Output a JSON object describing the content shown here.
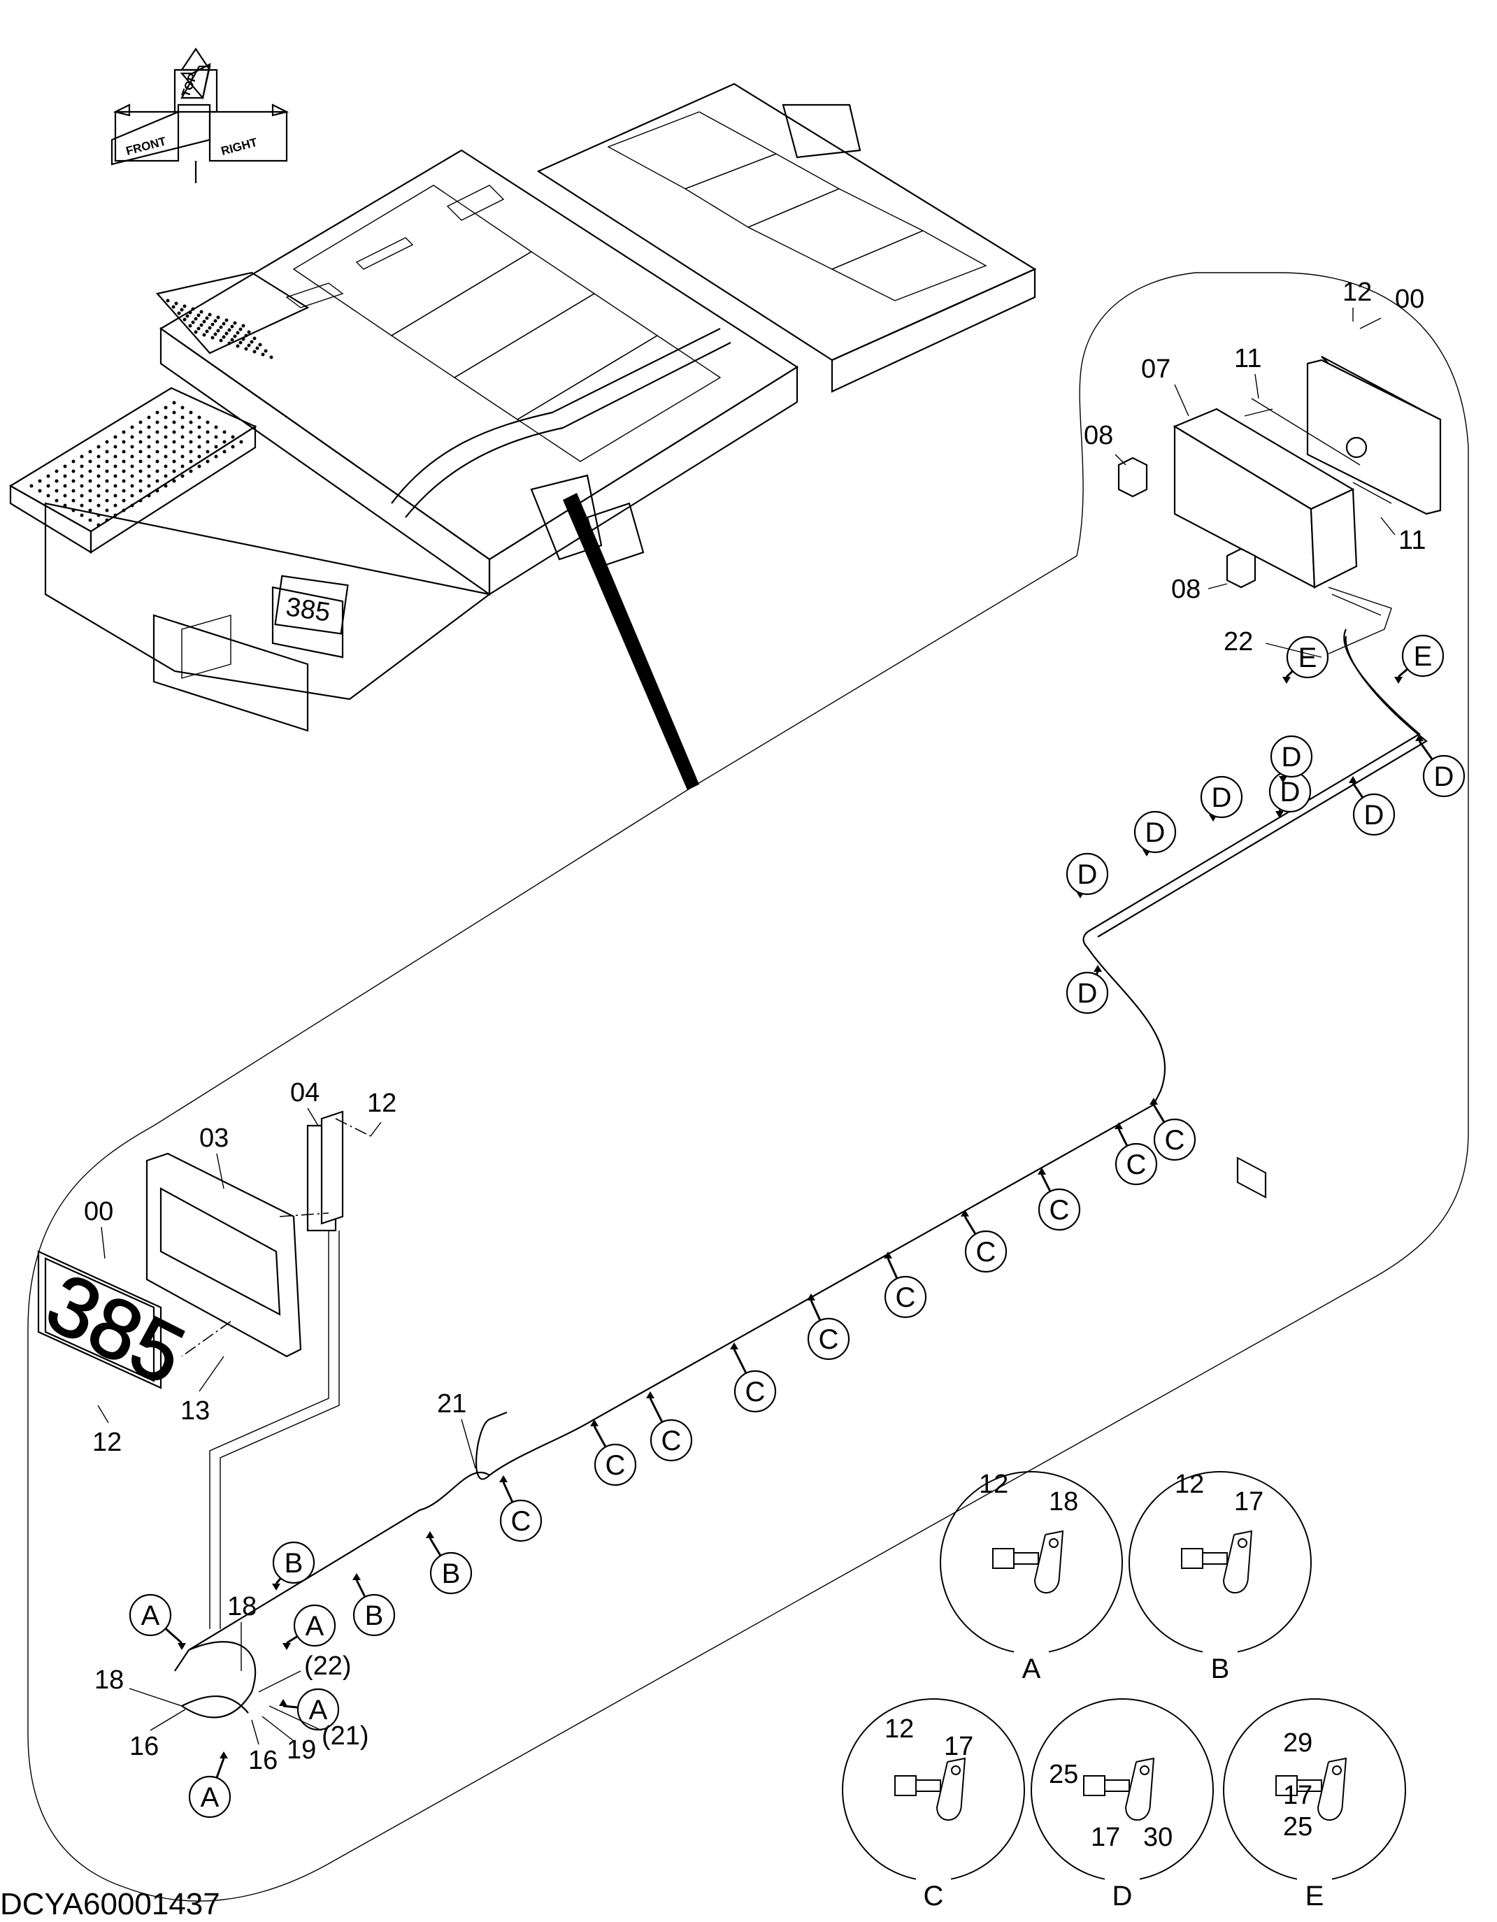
{
  "drawing_code": "DCYA60001437",
  "orientation": {
    "top": "TOP",
    "front": "FRONT",
    "right": "RIGHT"
  },
  "display_digits": "385",
  "part_labels": {
    "p00_right": "00",
    "p07": "07",
    "p08_a": "08",
    "p08_b": "08",
    "p11_a": "11",
    "p11_b": "11",
    "p12_top": "12",
    "p22": "22",
    "p04": "04",
    "p12_mid": "12",
    "p03": "03",
    "p00_left": "00",
    "p13": "13",
    "p12_low": "12",
    "p21": "21",
    "p18_a": "18",
    "p22_paren": "(22)",
    "p18_b": "18",
    "p16_a": "16",
    "p16_b": "16",
    "p19": "19",
    "p21_paren": "(21)"
  },
  "clamp_callouts": {
    "E": [
      "E",
      "E"
    ],
    "D": [
      "D",
      "D",
      "D",
      "D",
      "D",
      "D",
      "D",
      "D"
    ],
    "C": [
      "C",
      "C",
      "C",
      "C",
      "C",
      "C",
      "C",
      "C",
      "C",
      "C"
    ],
    "B": [
      "B",
      "B",
      "B"
    ],
    "A": [
      "A",
      "A",
      "A",
      "A"
    ]
  },
  "detail_views": [
    {
      "letter": "A",
      "labels": [
        "12",
        "18"
      ]
    },
    {
      "letter": "B",
      "labels": [
        "12",
        "17"
      ]
    },
    {
      "letter": "C",
      "labels": [
        "12",
        "17"
      ]
    },
    {
      "letter": "D",
      "labels": [
        "25",
        "17",
        "30"
      ]
    },
    {
      "letter": "E",
      "labels": [
        "29",
        "17",
        "25"
      ]
    }
  ]
}
